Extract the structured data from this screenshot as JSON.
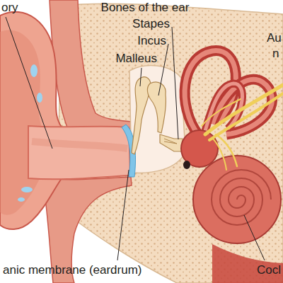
{
  "diagram": {
    "labels": [
      "ory",
      "Bones of the ear",
      "Stapes",
      "Incus",
      "Malleus",
      "Au",
      "n",
      "anic membrane (eardrum)",
      "Cocl"
    ]
  }
}
